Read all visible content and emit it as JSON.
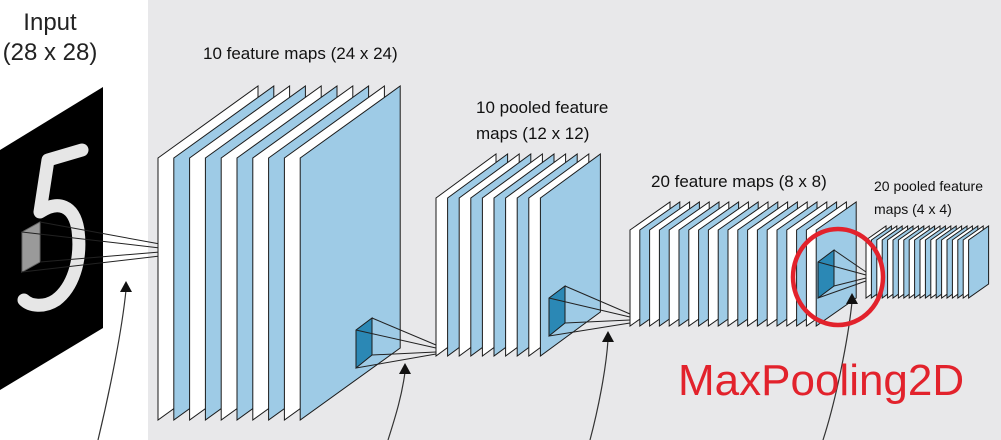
{
  "input": {
    "title": "Input",
    "size": "(28 x 28)"
  },
  "layers": [
    {
      "label": "10 feature maps (24 x 24)"
    },
    {
      "label_line1": "10 pooled feature",
      "label_line2": "maps (12 x 12)"
    },
    {
      "label": "20 feature maps (8 x 8)"
    },
    {
      "label_line1": "20 pooled feature",
      "label_line2": "maps (4 x 4)"
    }
  ],
  "callout": {
    "text": "MaxPooling2D",
    "color": "#e2222c"
  },
  "colors": {
    "map_fill": "#9ecbe6",
    "panel_bg": "#e8e8ea",
    "kernel_fill": "#2b88b5",
    "highlight": "#e2222c"
  }
}
